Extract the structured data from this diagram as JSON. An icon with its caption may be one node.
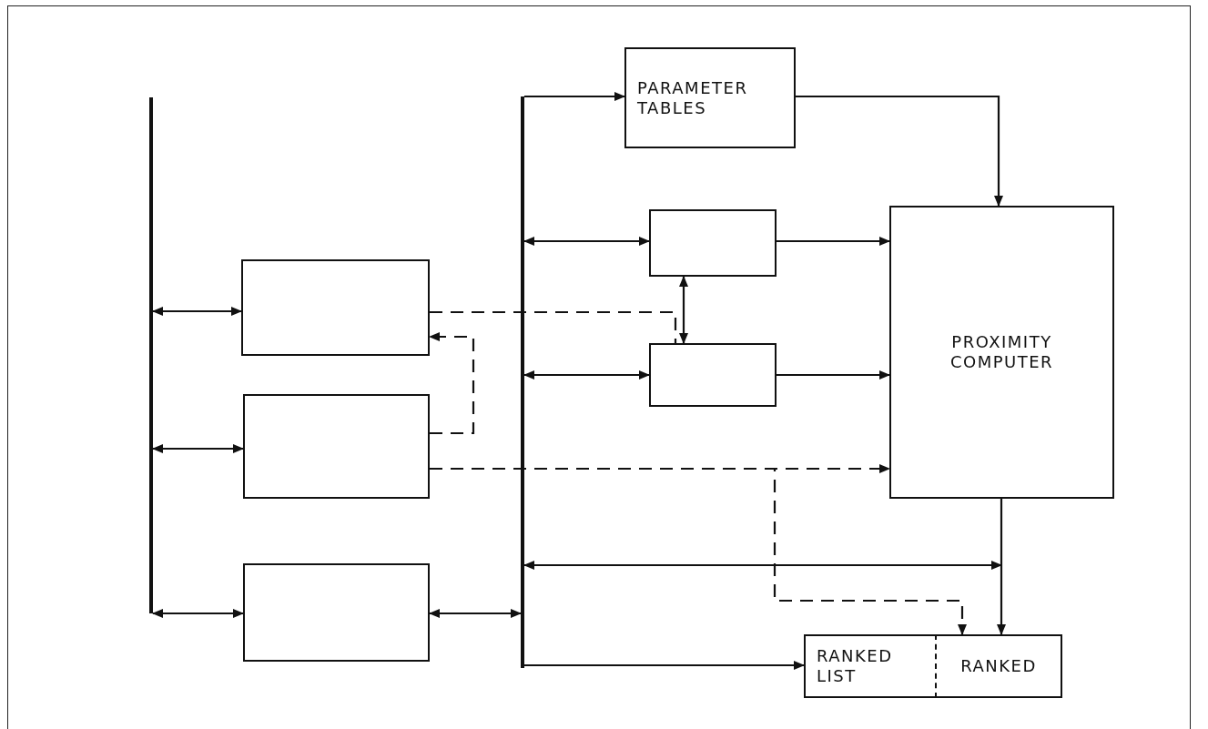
{
  "diagram": {
    "nodes": [
      {
        "text": [],
        "shape": "bar"
      },
      {
        "text": [],
        "shape": "box"
      },
      {
        "text": [],
        "shape": "box"
      },
      {
        "text": [],
        "shape": "box"
      },
      {
        "text": [],
        "shape": "bar"
      },
      {
        "text": [
          "PARAMETER TABLES"
        ]
      },
      {
        "text": [],
        "shape": "box"
      },
      {
        "text": [],
        "shape": "box"
      },
      {
        "text": [
          "PROXIMITY COMPUTER"
        ]
      },
      {
        "text": [
          "RANKED LIST"
        ]
      },
      {
        "text": [
          "RANKED"
        ]
      }
    ],
    "edges": [
      {
        "from": 0,
        "to": 1,
        "arrow": "both"
      },
      {
        "from": 0,
        "to": 2,
        "arrow": "both"
      },
      {
        "from": 0,
        "to": 3,
        "arrow": "both"
      },
      {
        "from": 3,
        "to": 4,
        "arrow": "both"
      },
      {
        "from": 4,
        "to": 5,
        "arrow": "to"
      },
      {
        "from": 5,
        "to": 8,
        "arrow": "to"
      },
      {
        "from": 4,
        "to": 6,
        "arrow": "both"
      },
      {
        "from": 4,
        "to": 7,
        "arrow": "both"
      },
      {
        "from": 6,
        "to": 8,
        "arrow": "to"
      },
      {
        "from": 7,
        "to": 8,
        "arrow": "to"
      },
      {
        "from": 6,
        "to": 7,
        "arrow": "both"
      },
      {
        "from": 1,
        "to": 7,
        "arrow": "none",
        "style": "dashed"
      },
      {
        "from": 2,
        "to": 1,
        "arrow": "to",
        "style": "dashed"
      },
      {
        "from": 2,
        "to": 8,
        "arrow": "to",
        "style": "dashed"
      },
      {
        "from": 2,
        "to": 10,
        "arrow": "to",
        "style": "dashed"
      },
      {
        "from": 8,
        "to": 10,
        "arrow": "to"
      },
      {
        "from": 4,
        "to": null,
        "arrow": "both"
      },
      {
        "from": 4,
        "to": 9,
        "arrow": "to"
      }
    ]
  }
}
